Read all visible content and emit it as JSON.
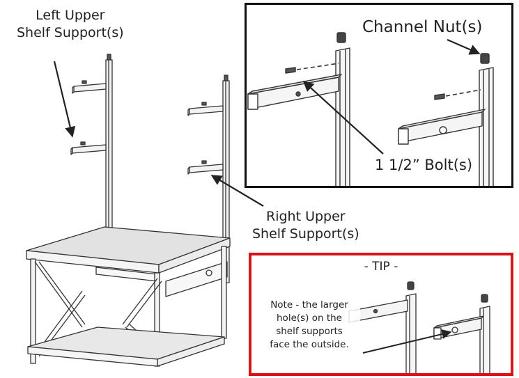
{
  "labels": {
    "left_support": [
      "Left Upper",
      "Shelf Support(s)"
    ],
    "right_support": [
      "Right Upper",
      "Shelf Support(s)"
    ],
    "channel_nut": "Channel Nut(s)",
    "bolt": "1 1/2” Bolt(s)"
  },
  "tip": {
    "title": "- TIP -",
    "note": [
      "Note - the larger",
      "hole(s) on the",
      "shelf supports",
      "face the outside."
    ]
  },
  "colors": {
    "line": "#333333",
    "accent_border": "#d8141b",
    "frame_border": "#111111"
  }
}
